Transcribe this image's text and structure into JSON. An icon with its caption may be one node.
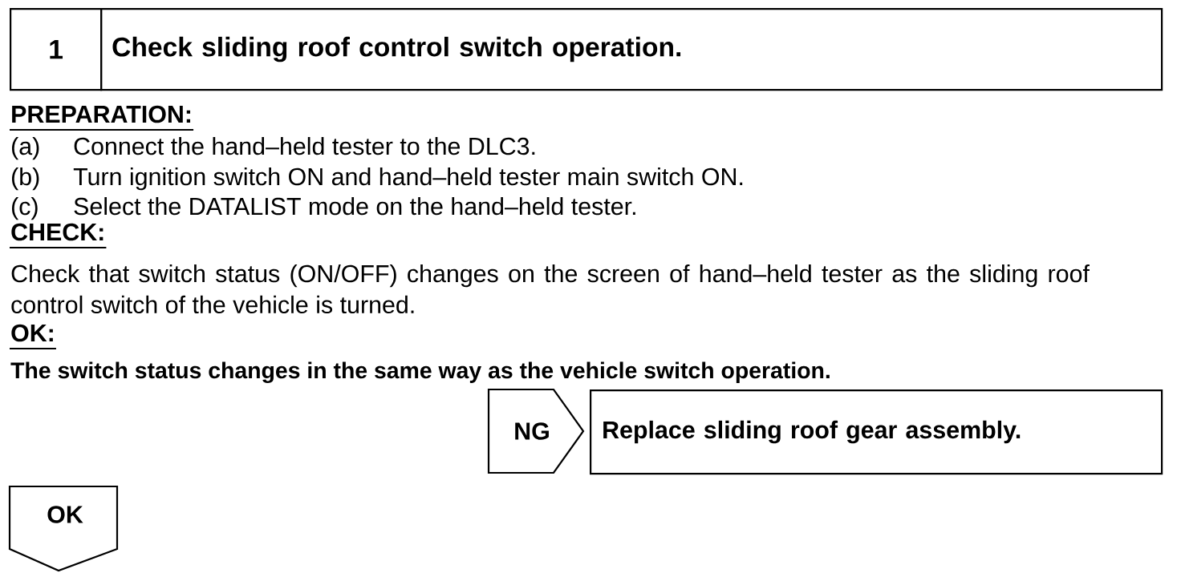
{
  "diagram": {
    "nodes": [
      {
        "text": [
          "1",
          "Check sliding roof control switch operation."
        ]
      },
      {
        "text": [
          "NG"
        ]
      },
      {
        "text": [
          "Replace sliding roof gear assembly."
        ]
      },
      {
        "text": [
          "OK"
        ]
      }
    ],
    "labels": [
      "PREPARATION:",
      "(a)",
      "Connect the hand–held tester to the DLC3.",
      "(b)",
      "Turn ignition switch ON and hand–held tester main switch ON.",
      "(c)",
      "Select the DATALIST mode on the hand–held tester.",
      "CHECK:",
      "Check that switch status (ON/OFF) changes on the screen of hand–held tester as the sliding roof control switch of the vehicle is turned.",
      "OK:",
      "The switch status changes in the same way as the vehicle switch operation."
    ]
  }
}
